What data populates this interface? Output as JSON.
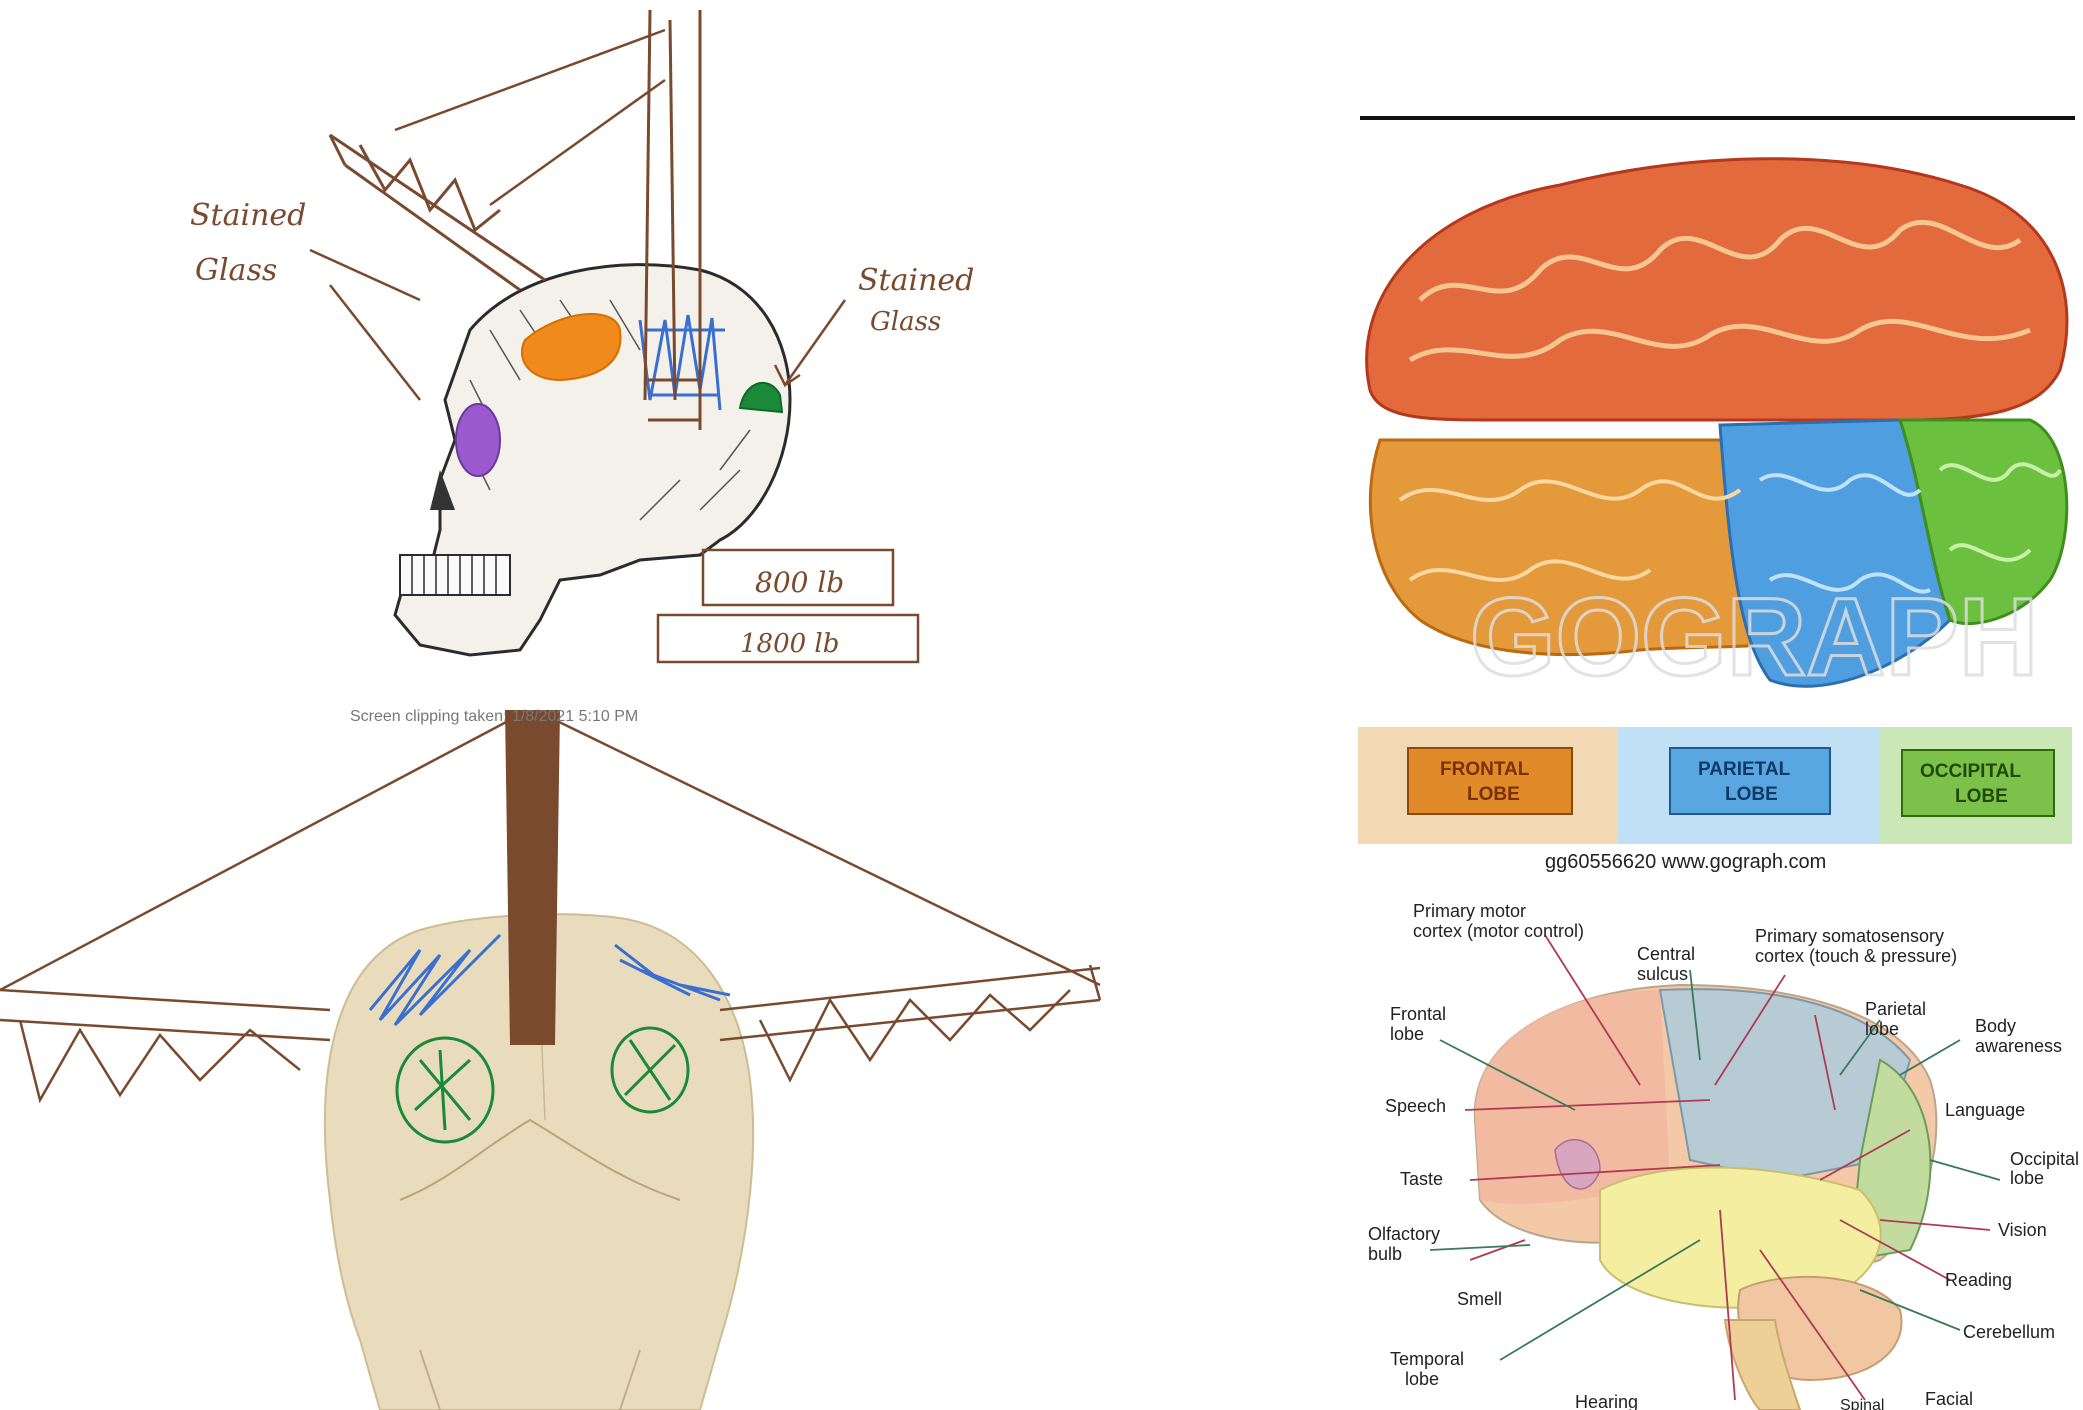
{
  "sketch": {
    "annotation_left_line1": "Stained",
    "annotation_left_line2": "Glass",
    "annotation_right_line1": "Stained",
    "annotation_right_line2": "Glass",
    "box_label_1": "800 lb",
    "box_label_2": "1800 lb"
  },
  "screen_clipping": {
    "caption": "Screen clipping taken: 1/8/2021 5:10 PM"
  },
  "lobe_legend": {
    "frontal_line1": "FRONTAL",
    "frontal_line2": "LOBE",
    "parietal_line1": "PARIETAL",
    "parietal_line2": "LOBE",
    "occipital_line1": "OCCIPITAL",
    "occipital_line2": "LOBE",
    "watermark": "GOGRAPH",
    "credit": "gg60556620  www.gograph.com"
  },
  "brain_diagram": {
    "primary_motor_1": "Primary motor",
    "primary_motor_2": "cortex (motor control)",
    "central_sulcus_1": "Central",
    "central_sulcus_2": "sulcus",
    "primary_somato_1": "Primary somatosensory",
    "primary_somato_2": "cortex (touch & pressure)",
    "frontal_1": "Frontal",
    "frontal_2": "lobe",
    "parietal_1": "Parietal",
    "parietal_2": "lobe",
    "body_1": "Body",
    "body_2": "awareness",
    "speech": "Speech",
    "language": "Language",
    "occipital_1": "Occipital",
    "occipital_2": "lobe",
    "taste": "Taste",
    "olfactory_1": "Olfactory",
    "olfactory_2": "bulb",
    "vision": "Vision",
    "reading": "Reading",
    "smell": "Smell",
    "cerebellum": "Cerebellum",
    "temporal_1": "Temporal",
    "temporal_2": "lobe",
    "hearing": "Hearing",
    "spinal": "Spinal",
    "facial": "Facial"
  },
  "colors": {
    "ink_brown": "#7a4a2e",
    "frontal": "#e08a2a",
    "parietal": "#5aa6e0",
    "occipital": "#7cc24a",
    "legend_bg_frontal": "#f3d9b3",
    "legend_bg_parietal": "#bfe0f5",
    "legend_bg_occipital": "#c9e8b5"
  }
}
